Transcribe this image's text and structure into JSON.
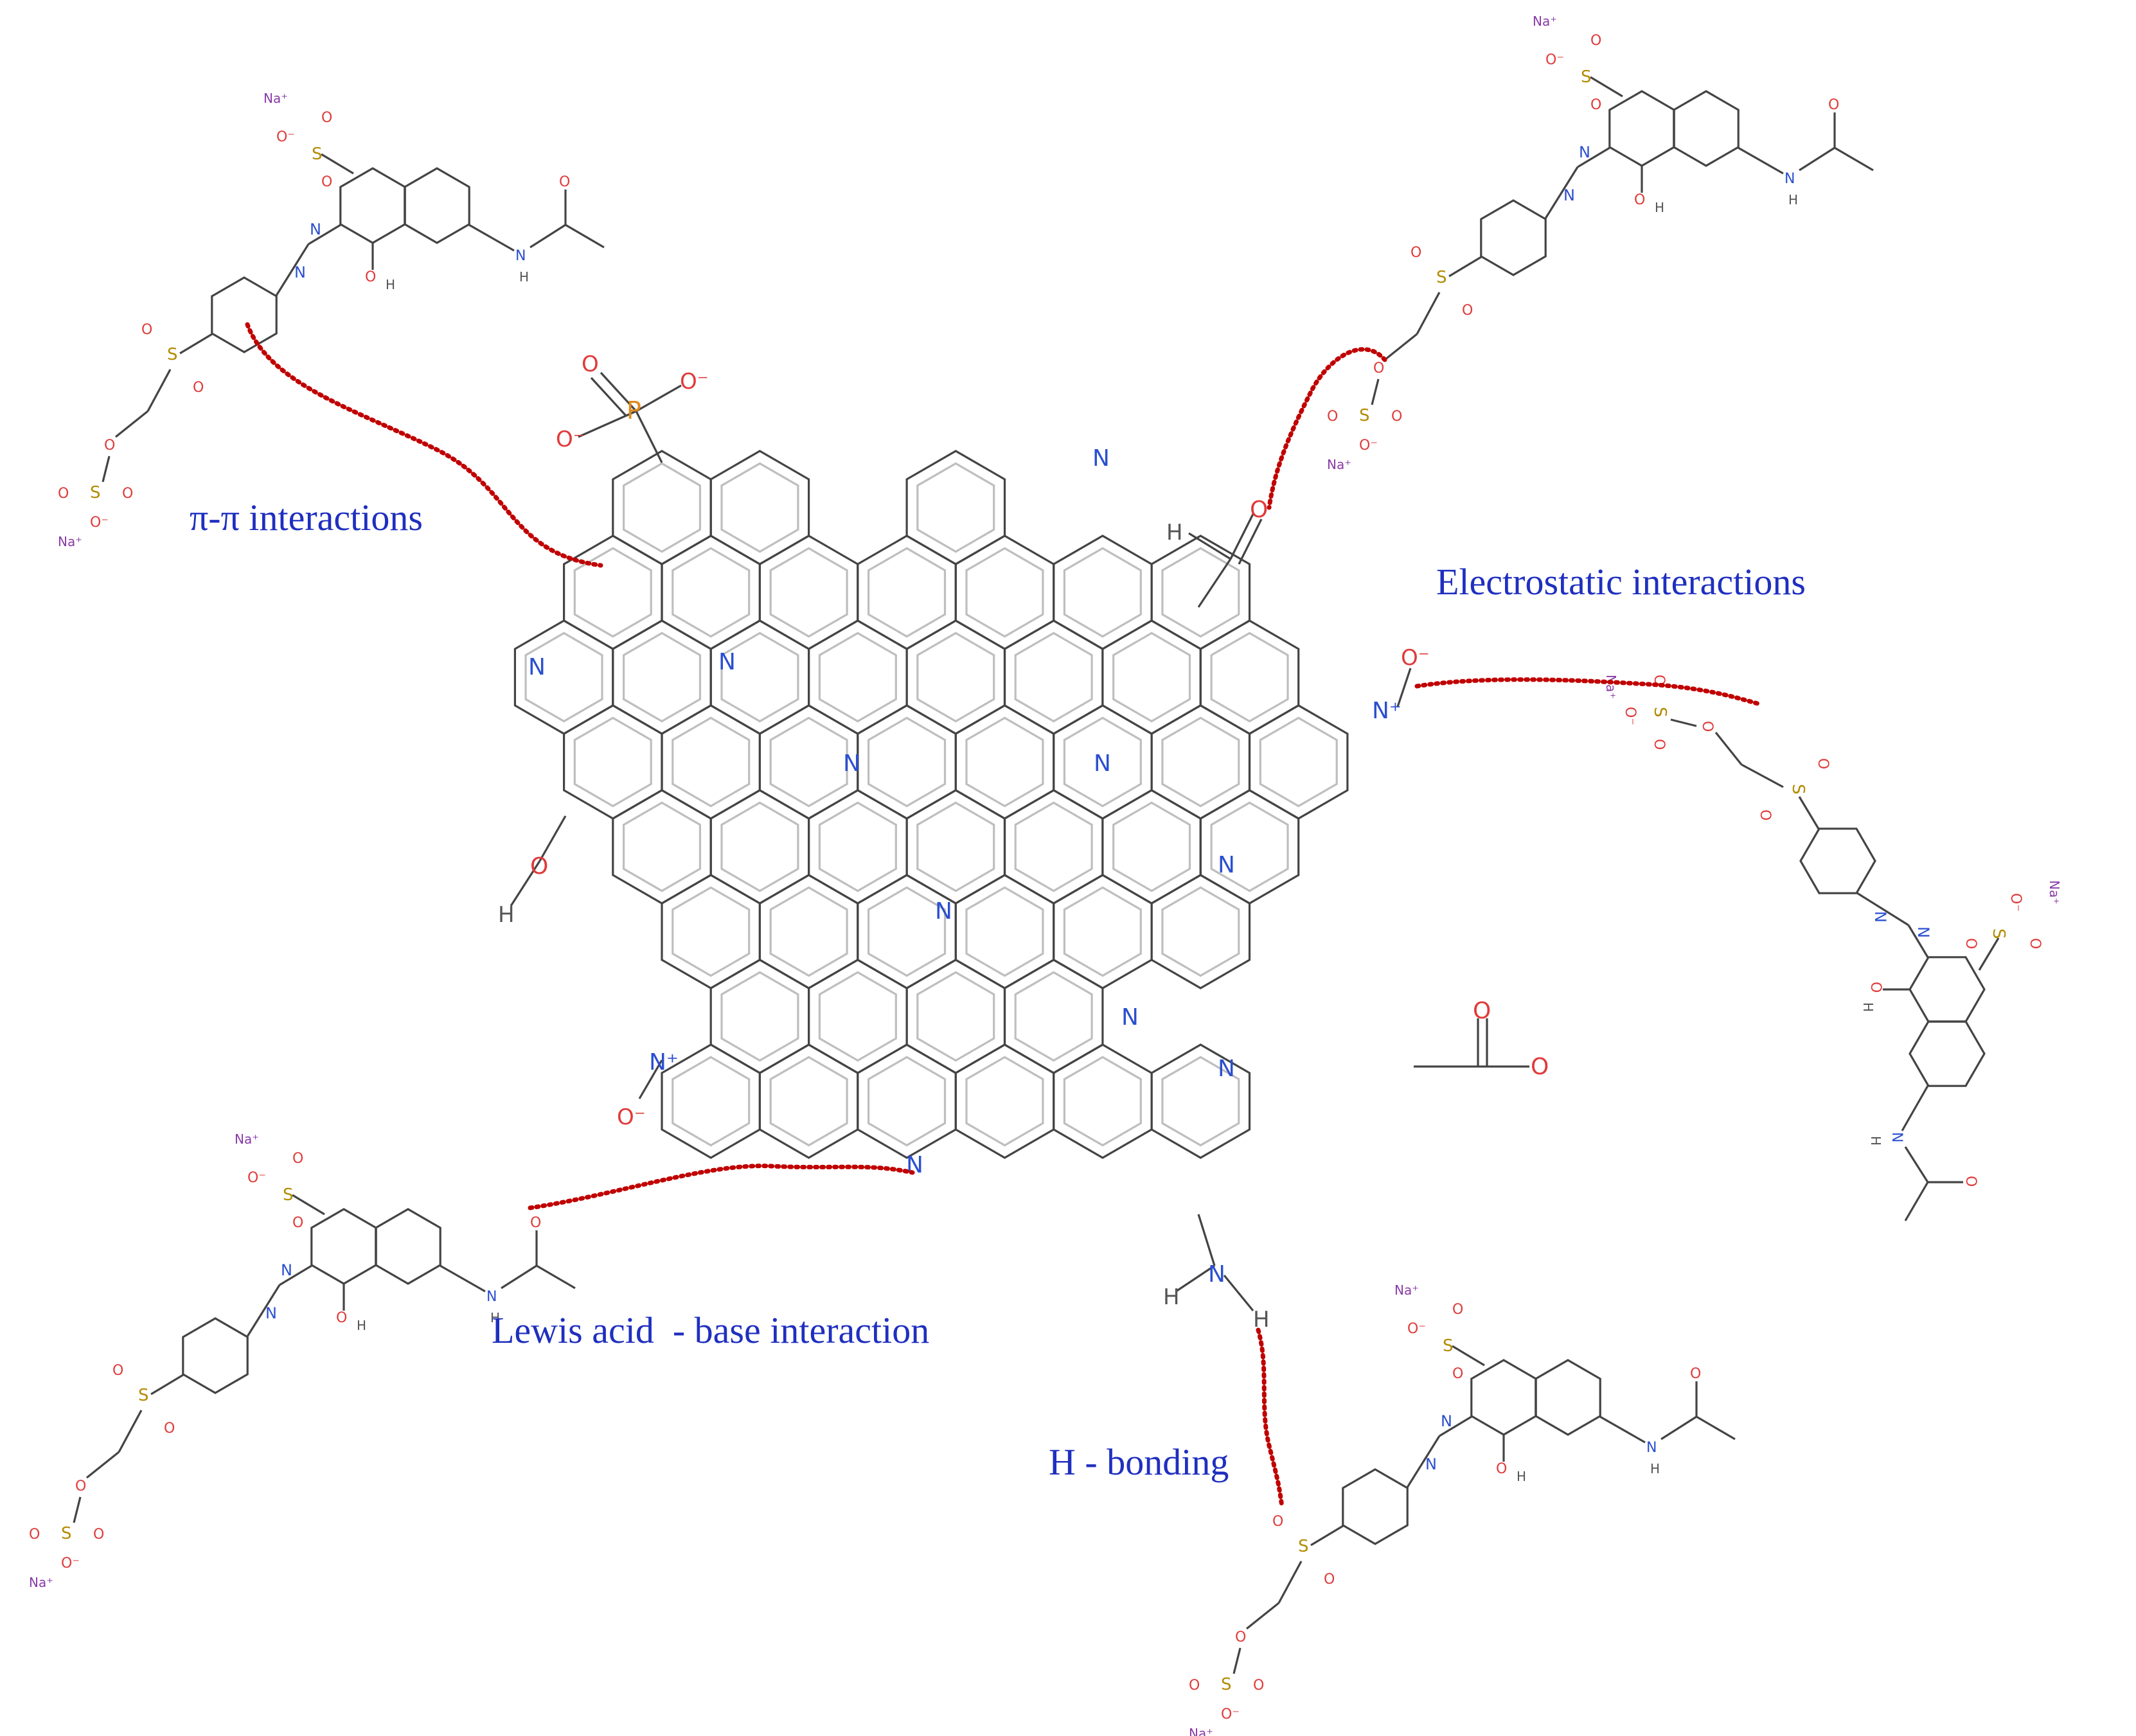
{
  "interactions": {
    "pi_pi": "π-π interactions",
    "electrostatic": "Electrostatic interactions",
    "lewis": "Lewis acid  - base interaction",
    "hbond": "H - bonding"
  },
  "atoms": {
    "na": "Na⁺",
    "o_minus": "O⁻",
    "o": "O",
    "s": "S",
    "n": "N",
    "n_plus": "N⁺",
    "h": "H",
    "p": "P"
  },
  "colors": {
    "label": "#1f2fbf",
    "interaction_line": "#c00000",
    "bond": "#444444",
    "oxygen": "#e03a3a",
    "nitrogen": "#2b4fd0",
    "sulfur": "#b38b00",
    "sodium": "#8a3aa8",
    "phosphorus": "#e08a1a"
  }
}
